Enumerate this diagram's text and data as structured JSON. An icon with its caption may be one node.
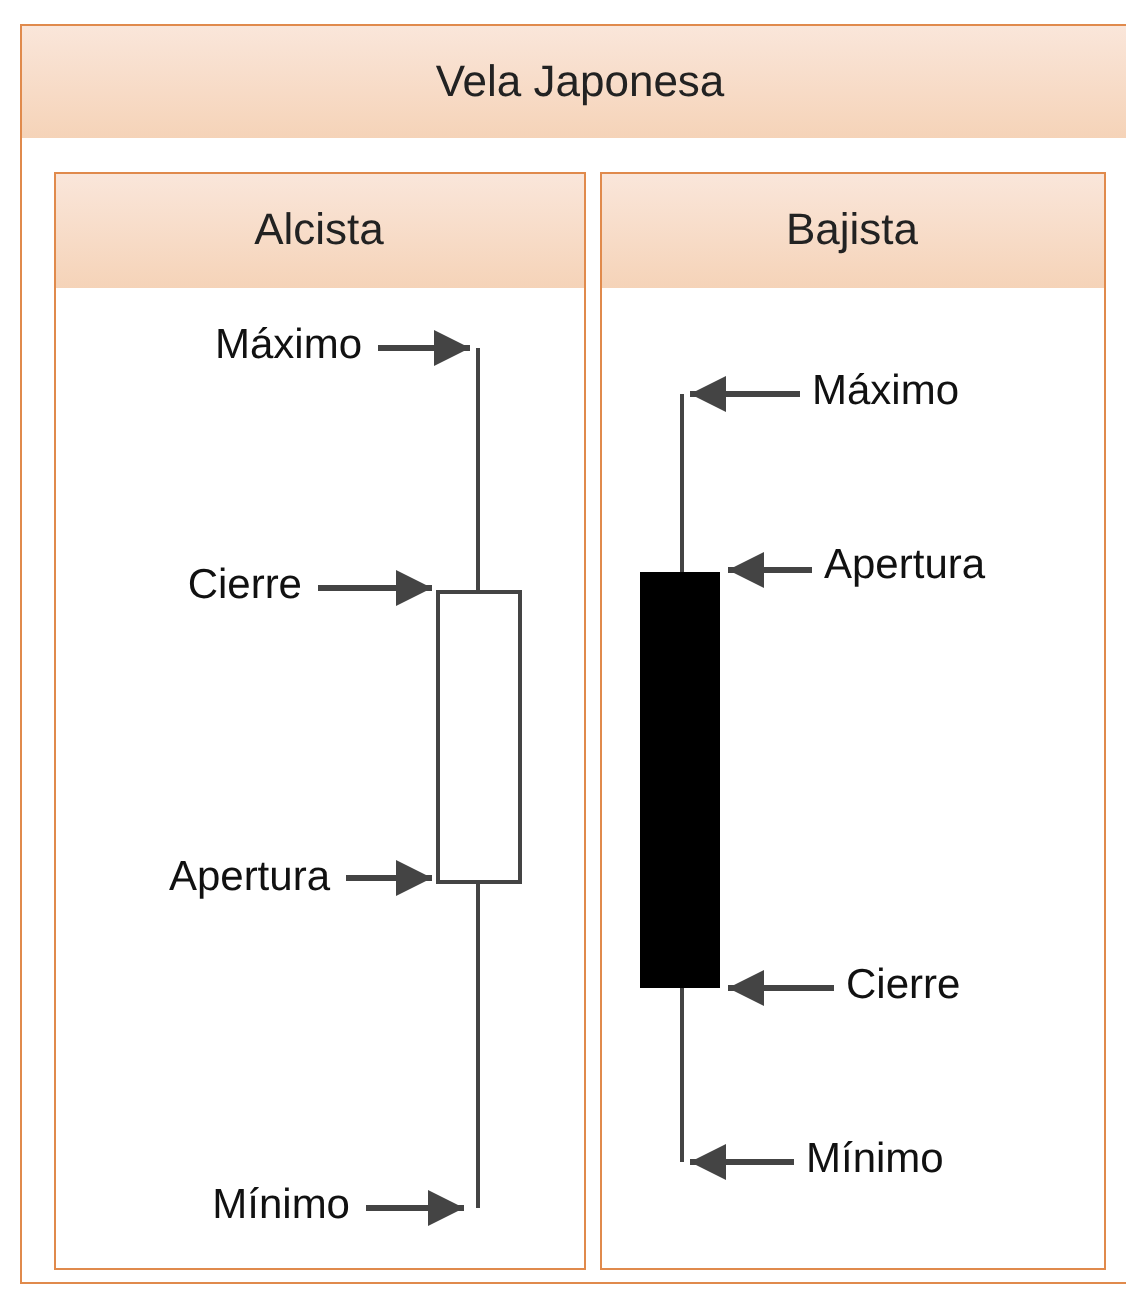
{
  "diagram": {
    "nodes": [
      {
        "text": [
          "Vela Japonesa"
        ]
      },
      {
        "text": [
          "Alcista"
        ],
        "in": 0
      },
      {
        "text": [
          "Bajista"
        ],
        "in": 0
      },
      {
        "text": [
          "Máximo"
        ],
        "in": 1
      },
      {
        "text": [
          "Cierre"
        ],
        "in": 1
      },
      {
        "text": [
          "Apertura"
        ],
        "in": 1
      },
      {
        "text": [
          "Mínimo"
        ],
        "in": 1
      },
      {
        "text": [
          "Máximo"
        ],
        "in": 2
      },
      {
        "text": [
          "Apertura"
        ],
        "in": 2
      },
      {
        "text": [
          "Cierre"
        ],
        "in": 2
      },
      {
        "text": [
          "Mínimo"
        ],
        "in": 2
      },
      {
        "text": [],
        "shape": "candlestick",
        "in": 1
      },
      {
        "text": [],
        "shape": "candlestick",
        "in": 2
      }
    ],
    "edges": [
      {
        "from": 3,
        "to": 11,
        "arrow": "to"
      },
      {
        "from": 4,
        "to": 11,
        "arrow": "to"
      },
      {
        "from": 5,
        "to": 11,
        "arrow": "to"
      },
      {
        "from": 6,
        "to": 11,
        "arrow": "to"
      },
      {
        "from": 7,
        "to": 12,
        "arrow": "to"
      },
      {
        "from": 8,
        "to": 12,
        "arrow": "to"
      },
      {
        "from": 9,
        "to": 12,
        "arrow": "to"
      },
      {
        "from": 10,
        "to": 12,
        "arrow": "to"
      }
    ]
  }
}
